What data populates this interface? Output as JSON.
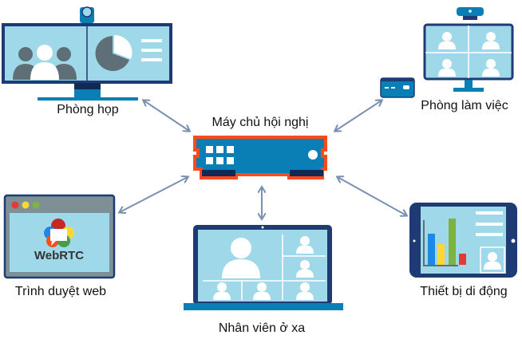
{
  "title": "Conference server connectivity diagram",
  "nodes": {
    "server": {
      "label": "Máy chủ hội nghị",
      "icon": "server-icon"
    },
    "meeting_room": {
      "label": "Phòng họp",
      "icon": "conference-display-icon"
    },
    "office": {
      "label": "Phòng làm việc",
      "icon": "desktop-monitor-icon"
    },
    "browser": {
      "label": "Trình duyệt web",
      "icon": "browser-window-icon",
      "logo_text": "WebRTC"
    },
    "remote": {
      "label": "Nhân viên ở xa",
      "icon": "laptop-icon"
    },
    "mobile": {
      "label": "Thiết bị di động",
      "icon": "tablet-icon"
    }
  },
  "edges": [
    {
      "from": "server",
      "to": "meeting_room",
      "type": "bidirectional"
    },
    {
      "from": "server",
      "to": "office",
      "type": "bidirectional"
    },
    {
      "from": "server",
      "to": "browser",
      "type": "bidirectional"
    },
    {
      "from": "server",
      "to": "remote",
      "type": "bidirectional"
    },
    {
      "from": "server",
      "to": "mobile",
      "type": "bidirectional"
    }
  ],
  "colors": {
    "screen": "#9fd8e8",
    "frame": "#1f3b73",
    "accent": "#0a7fb5",
    "server_border": "#ff4a1c",
    "arrow": "#7a90b0",
    "person_dark": "#5f6f78"
  }
}
